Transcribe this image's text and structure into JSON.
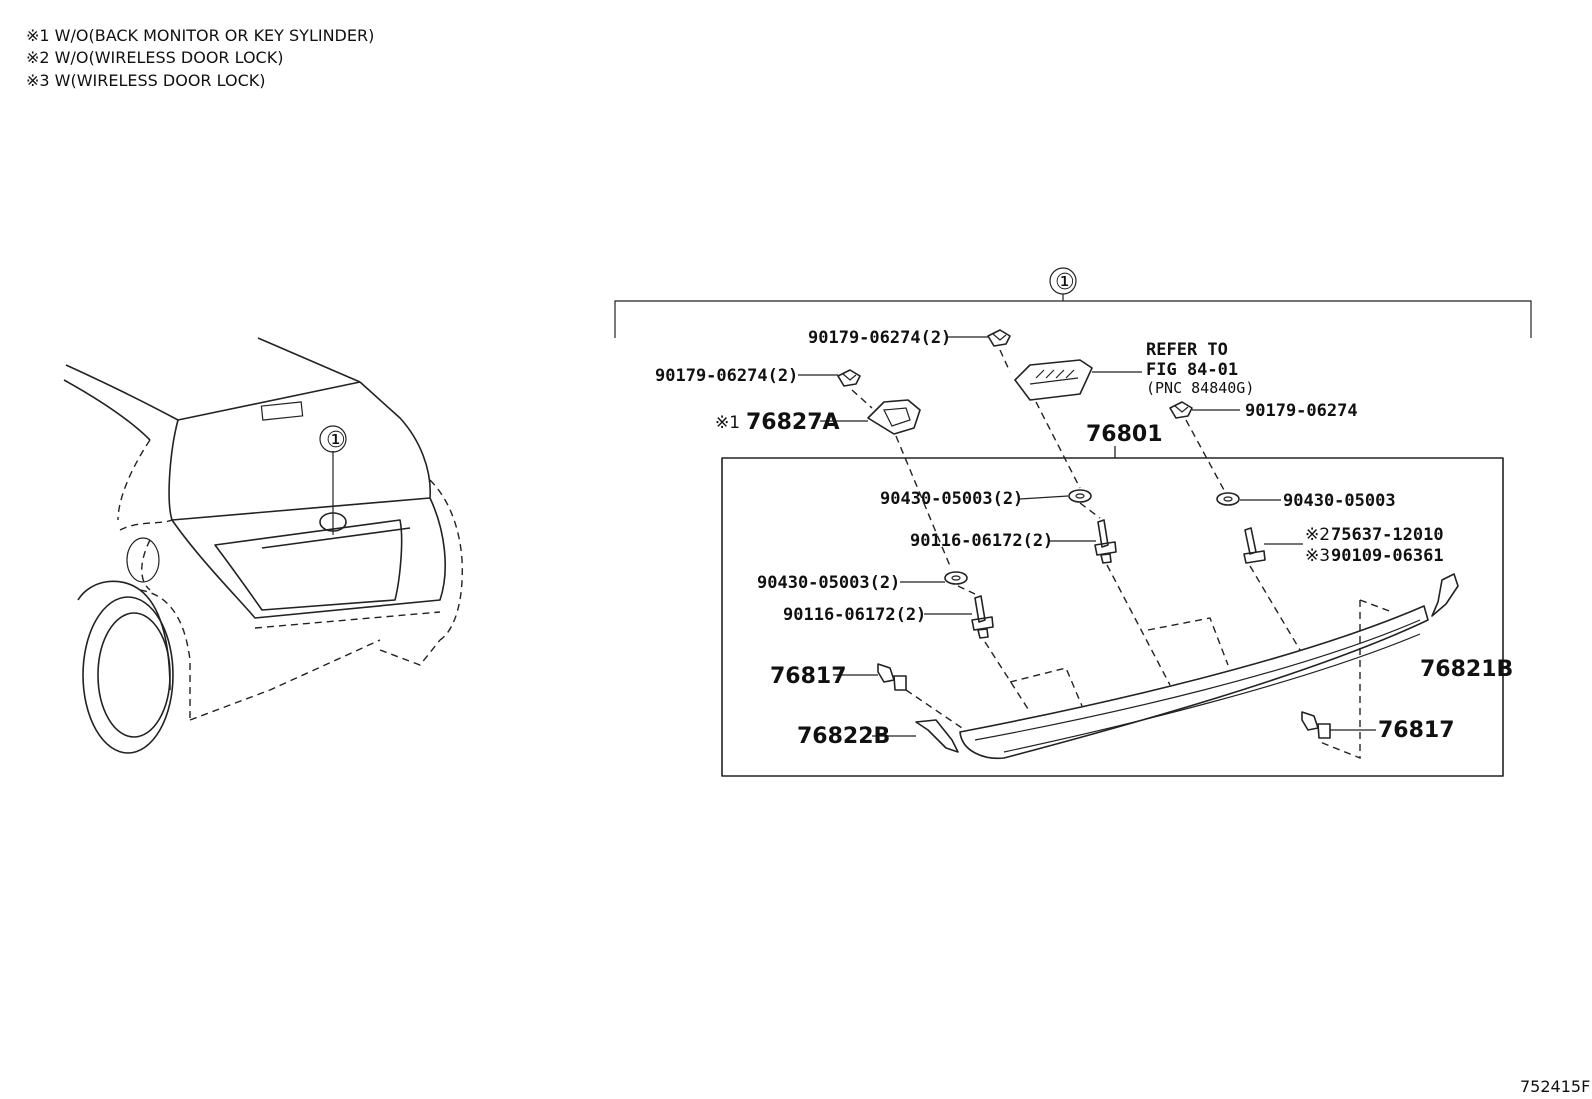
{
  "notes": [
    "※1 W/O(BACK MONITOR OR KEY SYLINDER)",
    "※2 W/O(WIRELESS DOOR LOCK)",
    "※3 W(WIRELESS DOOR LOCK)"
  ],
  "callouts": {
    "assembly_marker": "①",
    "car_marker": "①"
  },
  "parts": {
    "nut_top": "90179-06274(2)",
    "nut_left": "90179-06274(2)",
    "refer_line1": "REFER TO",
    "refer_line2": "FIG 84-01",
    "refer_line3": "(PNC 84840G)",
    "nut_right": "90179-06274",
    "cover_mark": "※1",
    "cover": "76827A",
    "garnish": "76801",
    "washer_center": "90430-05003(2)",
    "washer_right": "90430-05003",
    "bolt_center": "90116-06172(2)",
    "screw_mark_a": "※2",
    "screw_a": "75637-12010",
    "screw_mark_b": "※3",
    "screw_b": "90109-06361",
    "washer_left": "90430-05003(2)",
    "bolt_left": "90116-06172(2)",
    "clip_left": "76817",
    "end_left": "76822B",
    "end_right": "76821B",
    "clip_right": "76817"
  },
  "figure_id": "752415F"
}
